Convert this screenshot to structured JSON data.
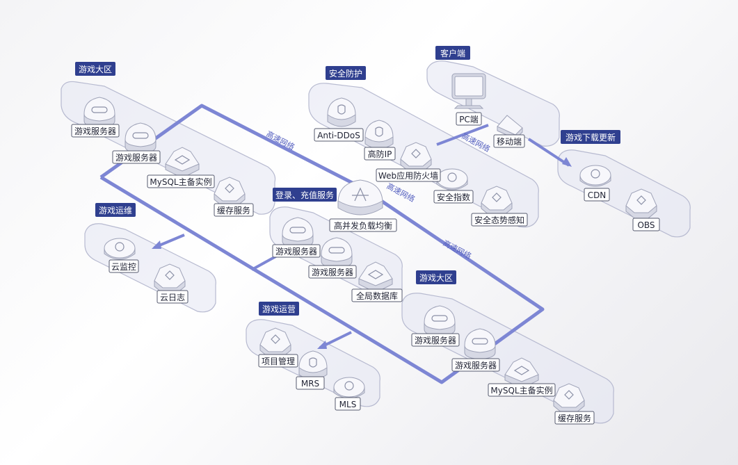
{
  "zones": {
    "game_region_1": "游戏大区",
    "security": "安全防护",
    "client": "客户端",
    "download_update": "游戏下载更新",
    "ops": "游戏运维",
    "login_recharge": "登录、充值服务",
    "game_region_2": "游戏大区",
    "operation": "游戏运营"
  },
  "nodes": {
    "game_server_1a": "游戏服务器",
    "game_server_1b": "游戏服务器",
    "mysql_1": "MySQL主备实例",
    "cache_1": "缓存服务",
    "anti_ddos": "Anti-DDoS",
    "high_ip": "高防IP",
    "waf": "Web应用防火墙",
    "security_index": "安全指数",
    "situation_awareness": "安全态势感知",
    "pc": "PC端",
    "mobile": "移动端",
    "cdn": "CDN",
    "obs": "OBS",
    "cloud_monitor": "云监控",
    "cloud_log": "云日志",
    "elb": "高并发负载均衡",
    "login_server_a": "游戏服务器",
    "login_server_b": "游戏服务器",
    "global_db": "全局数据库",
    "game_server_2a": "游戏服务器",
    "game_server_2b": "游戏服务器",
    "mysql_2": "MySQL主备实例",
    "cache_2": "缓存服务",
    "project_mgmt": "项目管理",
    "mrs": "MRS",
    "mls": "MLS"
  },
  "network_labels": {
    "n1": "高速网络",
    "n2": "高速网络",
    "n3": "高速网络",
    "n4": "高速网络"
  },
  "icons": {
    "server": "server-icon",
    "database": "database-icon",
    "cache": "cache-icon",
    "shield": "shield-icon",
    "monitor": "monitor-icon",
    "phone": "phone-icon",
    "cloud": "cloud-icon",
    "balancer": "load-balancer-icon"
  },
  "colors": {
    "network_line": "#7d86d4",
    "tag_bg": "#2f3f8f"
  }
}
